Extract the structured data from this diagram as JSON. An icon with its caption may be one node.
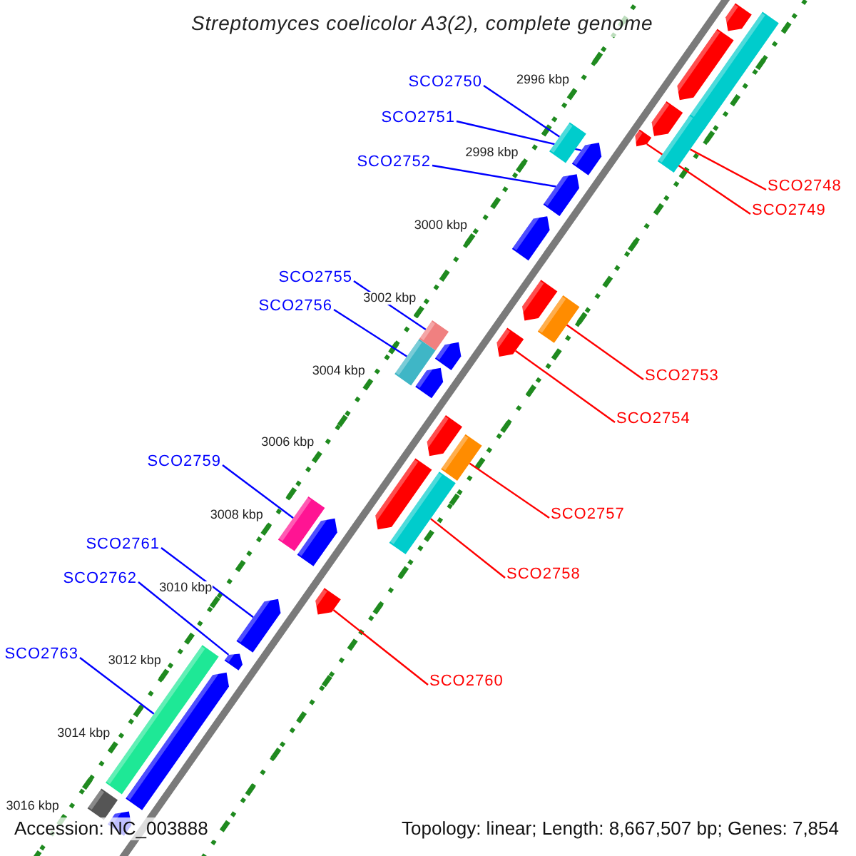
{
  "diagram": {
    "title": "Streptomyces coelicolor A3(2), complete genome",
    "nodes": [
      {
        "text": [
          "SCO2748"
        ]
      },
      {
        "text": [
          "SCO2749"
        ]
      },
      {
        "text": [
          "SCO2750"
        ]
      },
      {
        "text": [
          "SCO2751"
        ]
      },
      {
        "text": [
          "SCO2752"
        ]
      },
      {
        "text": [
          "SCO2753"
        ]
      },
      {
        "text": [
          "SCO2754"
        ]
      },
      {
        "text": [
          "SCO2755"
        ]
      },
      {
        "text": [
          "SCO2756"
        ]
      },
      {
        "text": [
          "SCO2757"
        ]
      },
      {
        "text": [
          "SCO2758"
        ]
      },
      {
        "text": [
          "SCO2759"
        ]
      },
      {
        "text": [
          "SCO2760"
        ]
      },
      {
        "text": [
          "SCO2761"
        ]
      },
      {
        "text": [
          "SCO2762"
        ]
      },
      {
        "text": [
          "SCO2763"
        ]
      },
      {
        "text": [],
        "shape": "bar"
      },
      {
        "text": [],
        "shape": "pentagon"
      },
      {
        "text": [],
        "shape": "pentagon"
      },
      {
        "text": [],
        "shape": "bar"
      },
      {
        "text": [],
        "shape": "pentagon"
      },
      {
        "text": [],
        "shape": "pentagon"
      },
      {
        "text": [],
        "shape": "bar"
      },
      {
        "text": [],
        "shape": "pentagon"
      },
      {
        "text": [],
        "shape": "pentagon"
      },
      {
        "text": [],
        "shape": "pentagon"
      },
      {
        "text": [],
        "shape": "pentagon"
      },
      {
        "text": [],
        "shape": "bar"
      },
      {
        "text": [],
        "shape": "pentagon"
      },
      {
        "text": [],
        "shape": "bar"
      },
      {
        "text": [],
        "shape": "bar"
      },
      {
        "text": [],
        "shape": "pentagon"
      },
      {
        "text": [],
        "shape": "pentagon"
      },
      {
        "text": [],
        "shape": "pentagon"
      },
      {
        "text": [],
        "shape": "bar"
      },
      {
        "text": [],
        "shape": "pentagon"
      },
      {
        "text": [],
        "shape": "bar"
      },
      {
        "text": [],
        "shape": "bar"
      },
      {
        "text": [],
        "shape": "pentagon"
      },
      {
        "text": [],
        "shape": "pentagon"
      },
      {
        "text": [],
        "shape": "pentagon"
      },
      {
        "text": [],
        "shape": "pentagon"
      },
      {
        "text": [],
        "shape": "bar"
      },
      {
        "text": [],
        "shape": "pentagon"
      },
      {
        "text": [],
        "shape": "bar"
      },
      {
        "text": [],
        "shape": "pentagon"
      }
    ],
    "edges": [
      {
        "from": 0,
        "to": 19,
        "arrow": "none",
        "color": "#ff0000"
      },
      {
        "from": 1,
        "to": 21,
        "arrow": "none",
        "color": "#ff0000"
      },
      {
        "from": 2,
        "to": 22,
        "arrow": "none"
      },
      {
        "from": 3,
        "to": 23,
        "arrow": "none"
      },
      {
        "from": 4,
        "to": 24,
        "arrow": "none"
      },
      {
        "from": 5,
        "to": 27,
        "arrow": "none",
        "color": "#ff0000"
      },
      {
        "from": 6,
        "to": 28,
        "arrow": "none",
        "color": "#ff0000"
      },
      {
        "from": 7,
        "to": 29,
        "arrow": "none"
      },
      {
        "from": 8,
        "to": 30,
        "arrow": "none"
      },
      {
        "from": 9,
        "to": 34,
        "arrow": "none",
        "color": "#ff0000"
      },
      {
        "from": 10,
        "to": 36,
        "arrow": "none",
        "color": "#ff0000"
      },
      {
        "from": 11,
        "to": 37,
        "arrow": "none"
      },
      {
        "from": 12,
        "to": 39,
        "arrow": "none",
        "color": "#ff0000"
      },
      {
        "from": 13,
        "to": 40,
        "arrow": "none"
      },
      {
        "from": 14,
        "to": 41,
        "arrow": "none"
      },
      {
        "from": 15,
        "to": 42,
        "arrow": "none"
      }
    ],
    "labels": [
      "2996 kbp",
      "2998 kbp",
      "3000 kbp",
      "3002 kbp",
      "3004 kbp",
      "3006 kbp",
      "3008 kbp",
      "3010 kbp",
      "3012 kbp",
      "3014 kbp",
      "3016 kbp",
      "Accession: NC_003888",
      "Topology: linear; Length: 8,667,507 bp; Genes: 7,854"
    ]
  }
}
